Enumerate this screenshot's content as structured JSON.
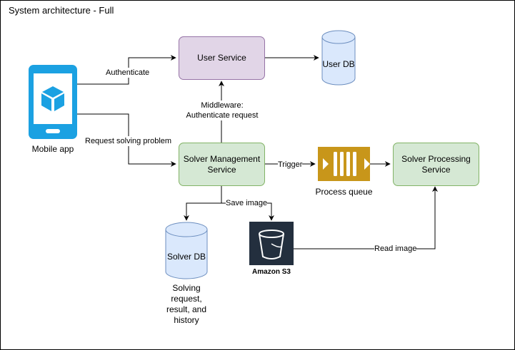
{
  "title": "System architecture - Full",
  "nodes": {
    "user_service": "User Service",
    "user_db": "User DB",
    "mobile_app": "Mobile app",
    "solver_management": "Solver Management Service",
    "solver_processing": "Solver Processing Service",
    "process_queue": "Process queue",
    "solver_db": "Solver DB",
    "solver_db_caption": "Solving request, result, and history",
    "amazon_s3": "Amazon S3"
  },
  "edges": {
    "authenticate": "Authenticate",
    "request_solving": "Request solving problem",
    "middleware": "Middleware: Authenticate request",
    "trigger": "Trigger",
    "save_image": "Save image",
    "read_image": "Read image"
  },
  "colors": {
    "purple_fill": "#e1d5e7",
    "green_fill": "#d5e8d4",
    "db_fill": "#dae8fc",
    "mobile_blue": "#1ba1e2",
    "queue_gold": "#c8961a",
    "s3_dark": "#232f3e"
  },
  "icons": [
    "mobile-phone-icon",
    "cube-icon",
    "database-icon",
    "queue-icon",
    "bucket-icon"
  ]
}
